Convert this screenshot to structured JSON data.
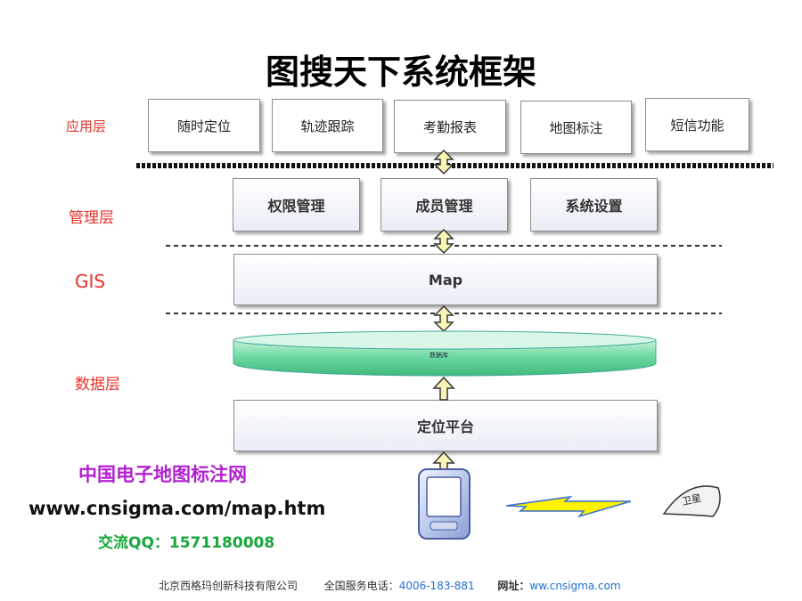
{
  "title": "图搜天下系统框架",
  "layers": {
    "app": "应用层",
    "management": "管理层",
    "gis": "GIS",
    "data": "数据层"
  },
  "app_items": [
    "随时定位",
    "轨迹跟踪",
    "考勤报表",
    "地图标注",
    "短信功能"
  ],
  "management_items": [
    "权限管理",
    "成员管理",
    "系统设置"
  ],
  "gis_box": "Map",
  "database_label": "数据库",
  "platform_box": "定位平台",
  "satellite_label": "卫星",
  "promo": {
    "line1": "中国电子地图标注网",
    "line2": "www.cnsigma.com/map.htm",
    "line3": "交流QQ：1571180008"
  },
  "footer": {
    "company": "北京西格玛创新科技有限公司",
    "phone_label": "全国服务电话：",
    "phone": "4006-183-881",
    "site_label": "网址：",
    "site": "ww.cnsigma.com"
  },
  "colors": {
    "layer_label": "#e8312a",
    "promo_purple": "#b31fd0",
    "promo_green": "#16a83b",
    "database_fill": "#6fd9a3",
    "arrow_fill": "#fbf6b8",
    "footer_link": "#1d6fd1"
  }
}
